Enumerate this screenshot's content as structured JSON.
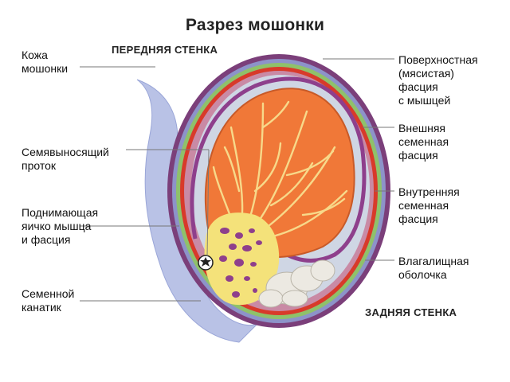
{
  "title": "Разрез мошонки",
  "wall_labels": {
    "anterior": "ПЕРЕДНЯЯ СТЕНКА",
    "posterior": "ЗАДНЯЯ СТЕНКА"
  },
  "left_labels": [
    "Кожа\nмошонки",
    "Семявыносящий\nпроток",
    "Поднимающая\nяичко мышца\nи фасция",
    "Семенной\nканатик"
  ],
  "right_labels": [
    "Поверхностная\n(мясистая)\nфасция\nс мышцей",
    "Внешняя\nсеменная\nфасция",
    "Внутренняя\nсеменная\nфасция",
    "Влагалищная\nоболочка"
  ],
  "colors": {
    "skin": "#b9c2e6",
    "outer_fascia": "#7b3f7a",
    "green_layer": "#8fc16a",
    "red_layer": "#d83a2a",
    "cavity": "#cfd6e4",
    "testis": "#f07838",
    "lobule_lines": "#f7d98a",
    "epididymis": "#ece9e2",
    "cord_base": "#f4e27a",
    "vessels": "#8e3f8c",
    "leader_line": "#777777"
  }
}
